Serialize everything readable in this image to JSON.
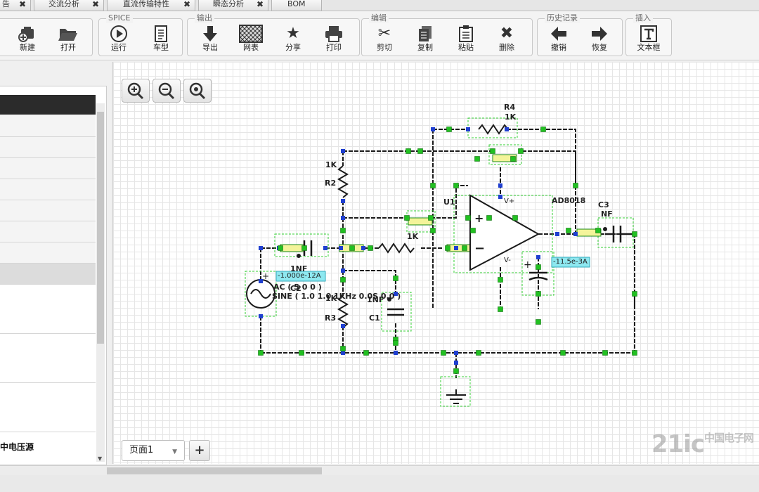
{
  "tabs": [
    {
      "label": "告"
    },
    {
      "label": "交流分析"
    },
    {
      "label": "直流传输特性"
    },
    {
      "label": "瞬态分析"
    },
    {
      "label": "BOM"
    }
  ],
  "toolbar": {
    "groups": [
      {
        "title": "",
        "buttons": [
          {
            "label": "新建",
            "icon": "new-file-icon"
          },
          {
            "label": "打开",
            "icon": "folder-open-icon"
          }
        ]
      },
      {
        "title": "SPICE",
        "buttons": [
          {
            "label": "运行",
            "icon": "play-icon"
          },
          {
            "label": "车型",
            "icon": "document-icon"
          }
        ]
      },
      {
        "title": "输出",
        "buttons": [
          {
            "label": "导出",
            "icon": "export-down-icon"
          },
          {
            "label": "网表",
            "icon": "netlist-grid-icon"
          },
          {
            "label": "分享",
            "icon": "star-icon"
          },
          {
            "label": "打印",
            "icon": "printer-icon"
          }
        ]
      },
      {
        "title": "编辑",
        "buttons": [
          {
            "label": "剪切",
            "icon": "scissors-icon"
          },
          {
            "label": "复制",
            "icon": "copy-icon"
          },
          {
            "label": "粘贴",
            "icon": "paste-icon"
          },
          {
            "label": "删除",
            "icon": "delete-x-icon"
          }
        ]
      },
      {
        "title": "历史记录",
        "buttons": [
          {
            "label": "撤销",
            "icon": "undo-arrow-icon"
          },
          {
            "label": "恢复",
            "icon": "redo-arrow-icon"
          }
        ]
      },
      {
        "title": "插入",
        "buttons": [
          {
            "label": "文本框",
            "icon": "textbox-icon"
          }
        ]
      }
    ]
  },
  "left_panel": {
    "bottom_text": "中电压源"
  },
  "schematic": {
    "labels": {
      "r4_name": "R4",
      "r4_value": "1K",
      "r2_value": "1K",
      "r2_name": "R2",
      "r_mid_value": "1K",
      "r3_value": "1K",
      "r3_name": "R3",
      "u1_name": "U1",
      "u1_model": "AD8018",
      "vplus": "V+",
      "vminus": "V-",
      "c3_name": "C3",
      "c3_value": "NF",
      "c2_value": "1NF",
      "c2_name": "C2",
      "c1_value": "1NF",
      "c1_name": "C1",
      "source_ac": "AC ( 5 0 0 )",
      "source_sine": "SINE ( 1.0 1.0 1KHz 0.0S 0.0 )",
      "probe_current_1": "-1.000e-12A",
      "probe_current_2": "-11.5e-3A"
    }
  },
  "page_tab": {
    "label": "页面1",
    "add_label": "+"
  },
  "watermark": {
    "text": "21ic",
    "sub": "中国电子网"
  },
  "colors": {
    "wire": "#1a1a1a",
    "node_blue": "#1f3fd0",
    "node_green": "#22c022",
    "selection": "#35d035",
    "probe_fill": "#8ee8f0"
  }
}
